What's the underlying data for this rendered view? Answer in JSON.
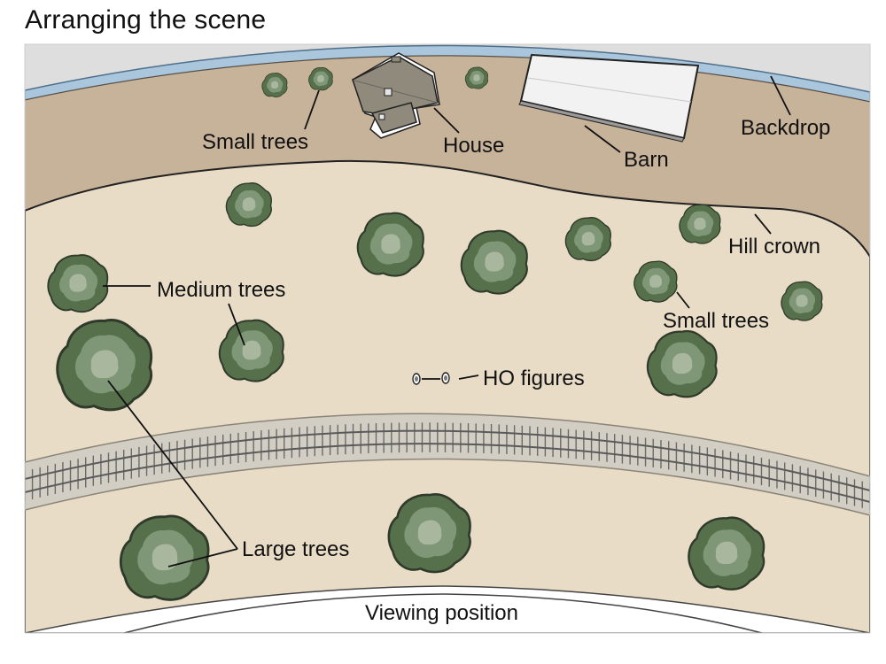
{
  "title": "Arranging the scene",
  "labels": {
    "small_trees_top": "Small trees",
    "house": "House",
    "barn": "Barn",
    "backdrop": "Backdrop",
    "hill_crown": "Hill crown",
    "medium_trees": "Medium trees",
    "small_trees_right": "Small trees",
    "ho_figures": "HO figures",
    "large_trees": "Large trees",
    "viewing_position": "Viewing position"
  },
  "colors": {
    "backdrop_strip": "#a9c6dc",
    "hill_brown": "#c7b29a",
    "ground": "#e8dcc6",
    "track_bed": "#d3cec3",
    "tree_dark": "#57704c",
    "tree_mid": "#7f9776",
    "tree_light": "#a8b79e",
    "building_roof": "#8f8a7c",
    "barn_roof": "#f2f2f2"
  }
}
